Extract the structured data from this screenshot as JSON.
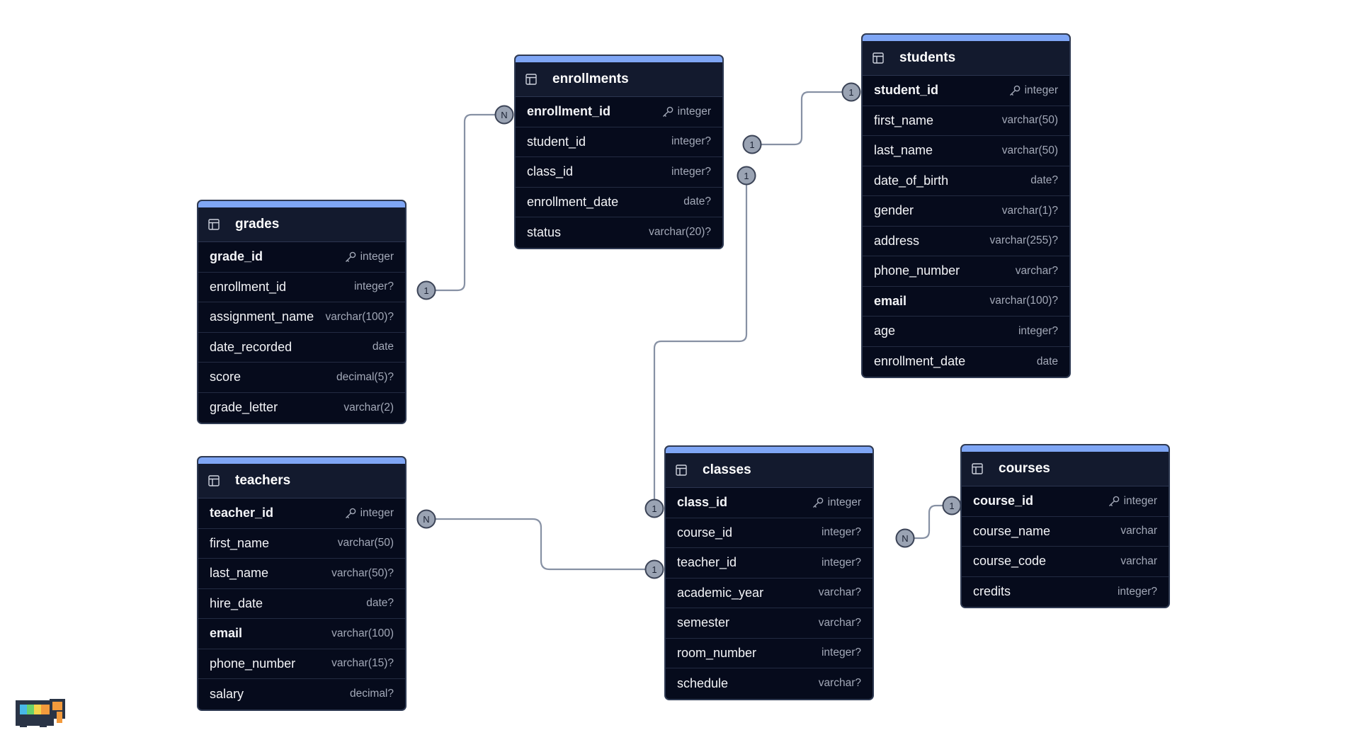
{
  "tables": [
    {
      "id": "enrollments",
      "name": "enrollments",
      "columns": [
        {
          "name": "enrollment_id",
          "type": "integer",
          "pk": true,
          "bold": true
        },
        {
          "name": "student_id",
          "type": "integer?",
          "pk": false,
          "bold": false
        },
        {
          "name": "class_id",
          "type": "integer?",
          "pk": false,
          "bold": false
        },
        {
          "name": "enrollment_date",
          "type": "date?",
          "pk": false,
          "bold": false
        },
        {
          "name": "status",
          "type": "varchar(20)?",
          "pk": false,
          "bold": false
        }
      ]
    },
    {
      "id": "students",
      "name": "students",
      "columns": [
        {
          "name": "student_id",
          "type": "integer",
          "pk": true,
          "bold": true
        },
        {
          "name": "first_name",
          "type": "varchar(50)",
          "pk": false,
          "bold": false
        },
        {
          "name": "last_name",
          "type": "varchar(50)",
          "pk": false,
          "bold": false
        },
        {
          "name": "date_of_birth",
          "type": "date?",
          "pk": false,
          "bold": false
        },
        {
          "name": "gender",
          "type": "varchar(1)?",
          "pk": false,
          "bold": false
        },
        {
          "name": "address",
          "type": "varchar(255)?",
          "pk": false,
          "bold": false
        },
        {
          "name": "phone_number",
          "type": "varchar?",
          "pk": false,
          "bold": false
        },
        {
          "name": "email",
          "type": "varchar(100)?",
          "pk": false,
          "bold": true
        },
        {
          "name": "age",
          "type": "integer?",
          "pk": false,
          "bold": false
        },
        {
          "name": "enrollment_date",
          "type": "date",
          "pk": false,
          "bold": false
        }
      ]
    },
    {
      "id": "grades",
      "name": "grades",
      "columns": [
        {
          "name": "grade_id",
          "type": "integer",
          "pk": true,
          "bold": true
        },
        {
          "name": "enrollment_id",
          "type": "integer?",
          "pk": false,
          "bold": false
        },
        {
          "name": "assignment_name",
          "type": "varchar(100)?",
          "pk": false,
          "bold": false
        },
        {
          "name": "date_recorded",
          "type": "date",
          "pk": false,
          "bold": false
        },
        {
          "name": "score",
          "type": "decimal(5)?",
          "pk": false,
          "bold": false
        },
        {
          "name": "grade_letter",
          "type": "varchar(2)",
          "pk": false,
          "bold": false
        }
      ]
    },
    {
      "id": "teachers",
      "name": "teachers",
      "columns": [
        {
          "name": "teacher_id",
          "type": "integer",
          "pk": true,
          "bold": true
        },
        {
          "name": "first_name",
          "type": "varchar(50)",
          "pk": false,
          "bold": false
        },
        {
          "name": "last_name",
          "type": "varchar(50)?",
          "pk": false,
          "bold": false
        },
        {
          "name": "hire_date",
          "type": "date?",
          "pk": false,
          "bold": false
        },
        {
          "name": "email",
          "type": "varchar(100)",
          "pk": false,
          "bold": true
        },
        {
          "name": "phone_number",
          "type": "varchar(15)?",
          "pk": false,
          "bold": false
        },
        {
          "name": "salary",
          "type": "decimal?",
          "pk": false,
          "bold": false
        }
      ]
    },
    {
      "id": "classes",
      "name": "classes",
      "columns": [
        {
          "name": "class_id",
          "type": "integer",
          "pk": true,
          "bold": true
        },
        {
          "name": "course_id",
          "type": "integer?",
          "pk": false,
          "bold": false
        },
        {
          "name": "teacher_id",
          "type": "integer?",
          "pk": false,
          "bold": false
        },
        {
          "name": "academic_year",
          "type": "varchar?",
          "pk": false,
          "bold": false
        },
        {
          "name": "semester",
          "type": "varchar?",
          "pk": false,
          "bold": false
        },
        {
          "name": "room_number",
          "type": "integer?",
          "pk": false,
          "bold": false
        },
        {
          "name": "schedule",
          "type": "varchar?",
          "pk": false,
          "bold": false
        }
      ]
    },
    {
      "id": "courses",
      "name": "courses",
      "columns": [
        {
          "name": "course_id",
          "type": "integer",
          "pk": true,
          "bold": true
        },
        {
          "name": "course_name",
          "type": "varchar",
          "pk": false,
          "bold": false
        },
        {
          "name": "course_code",
          "type": "varchar",
          "pk": false,
          "bold": false
        },
        {
          "name": "credits",
          "type": "integer?",
          "pk": false,
          "bold": false
        }
      ]
    }
  ],
  "relationships": [
    {
      "id": "grades-enrollments",
      "from": "grades.enrollment_id",
      "to": "enrollments.enrollment_id",
      "from_label": "1",
      "to_label": "N"
    },
    {
      "id": "enrollments-students",
      "from": "enrollments.student_id",
      "to": "students.student_id",
      "from_label": "1",
      "to_label": "1"
    },
    {
      "id": "enrollments-classes",
      "from": "enrollments.class_id",
      "to": "classes.class_id",
      "from_label": "1",
      "to_label": "1"
    },
    {
      "id": "teachers-classes",
      "from": "teachers.teacher_id",
      "to": "classes.teacher_id",
      "from_label": "N",
      "to_label": "1"
    },
    {
      "id": "classes-courses",
      "from": "classes.course_id",
      "to": "courses.course_id",
      "from_label": "N",
      "to_label": "1"
    }
  ],
  "colors": {
    "canvas_background": "#ffffff",
    "table_background": "#060b1c",
    "table_header": "#131a2e",
    "table_accent": "#7fa6f5",
    "edge": "#8791a4",
    "badge_fill": "#9aa3b3"
  },
  "icons": {
    "table_header": "table-icon",
    "primary_key": "key-icon",
    "brand_logo": "elephant-logo-icon"
  }
}
